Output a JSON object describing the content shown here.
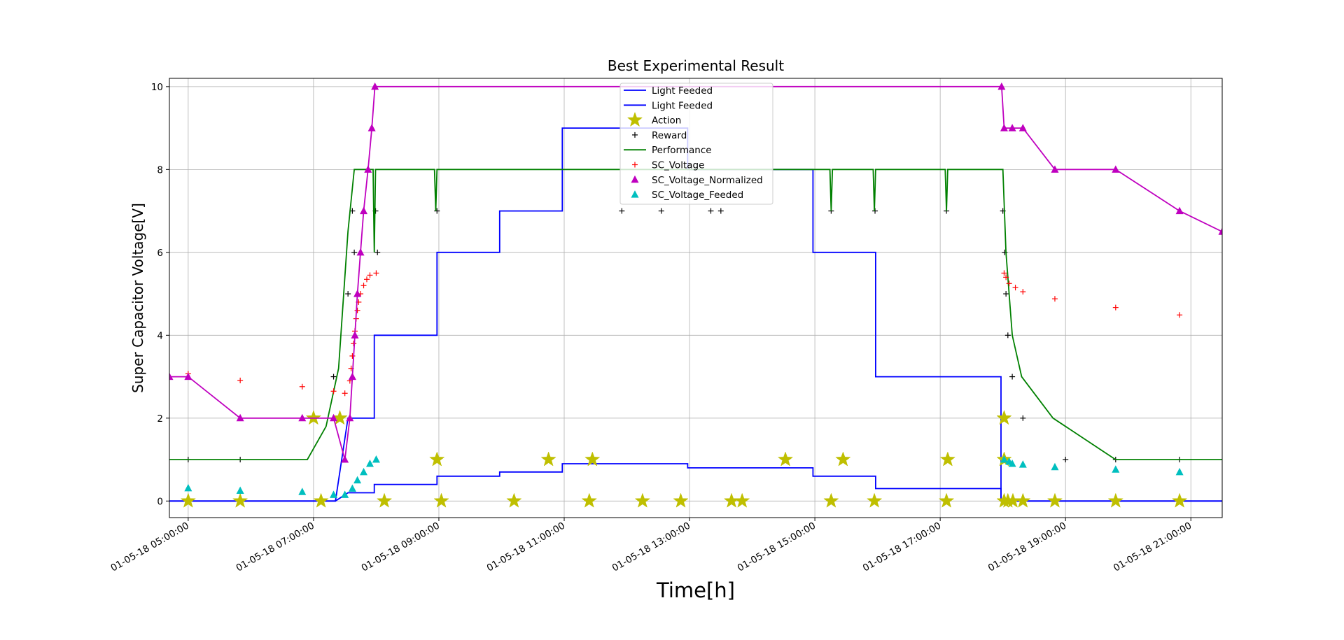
{
  "chart_data": {
    "type": "line",
    "title": "Best Experimental Result",
    "xlabel": "Time[h]",
    "ylabel": "Super Capacitor Voltage[V]",
    "xlim": [
      4.7,
      21.5
    ],
    "ylim": [
      -0.4,
      10.2
    ],
    "x_unit": "hour of day, 01-05-18",
    "x_tick_values": [
      5,
      7,
      9,
      11,
      13,
      15,
      17,
      19,
      21
    ],
    "x_tick_labels": [
      "01-05-18 05:00:00",
      "01-05-18 07:00:00",
      "01-05-18 09:00:00",
      "01-05-18 11:00:00",
      "01-05-18 13:00:00",
      "01-05-18 15:00:00",
      "01-05-18 17:00:00",
      "01-05-18 19:00:00",
      "01-05-18 21:00:00"
    ],
    "y_ticks": [
      0,
      2,
      4,
      6,
      8,
      10
    ],
    "grid": true,
    "legend_position": "upper center",
    "series": [
      {
        "name": "Light Feeded",
        "kind": "line",
        "color": "#0000ff",
        "points": [
          [
            4.7,
            0
          ],
          [
            7.35,
            0
          ],
          [
            7.55,
            2
          ],
          [
            7.97,
            2
          ],
          [
            7.97,
            4
          ],
          [
            8.97,
            4
          ],
          [
            8.97,
            6
          ],
          [
            9.97,
            6
          ],
          [
            9.97,
            7
          ],
          [
            10.97,
            7
          ],
          [
            10.97,
            9
          ],
          [
            12.97,
            9
          ],
          [
            12.97,
            8
          ],
          [
            14.97,
            8
          ],
          [
            14.97,
            6
          ],
          [
            15.97,
            6
          ],
          [
            15.97,
            3
          ],
          [
            17.97,
            3
          ],
          [
            17.97,
            0
          ],
          [
            21.5,
            0
          ]
        ]
      },
      {
        "name": "Light Feeded",
        "kind": "line",
        "color": "#0000ff",
        "points": [
          [
            4.7,
            0
          ],
          [
            7.35,
            0
          ],
          [
            7.55,
            0.2
          ],
          [
            7.97,
            0.2
          ],
          [
            7.97,
            0.4
          ],
          [
            8.97,
            0.4
          ],
          [
            8.97,
            0.6
          ],
          [
            9.97,
            0.6
          ],
          [
            9.97,
            0.7
          ],
          [
            10.97,
            0.7
          ],
          [
            10.97,
            0.9
          ],
          [
            12.97,
            0.9
          ],
          [
            12.97,
            0.8
          ],
          [
            14.97,
            0.8
          ],
          [
            14.97,
            0.6
          ],
          [
            15.97,
            0.6
          ],
          [
            15.97,
            0.3
          ],
          [
            17.97,
            0.3
          ],
          [
            17.97,
            0
          ],
          [
            21.5,
            0
          ]
        ]
      },
      {
        "name": "Action",
        "kind": "markers",
        "marker": "star",
        "color": "#bfbf00",
        "points": [
          [
            5.0,
            0
          ],
          [
            5.83,
            0
          ],
          [
            7.12,
            0
          ],
          [
            8.13,
            0
          ],
          [
            9.04,
            0
          ],
          [
            10.2,
            0
          ],
          [
            11.4,
            0
          ],
          [
            12.25,
            0
          ],
          [
            12.86,
            0
          ],
          [
            13.67,
            0
          ],
          [
            13.84,
            0
          ],
          [
            15.26,
            0
          ],
          [
            15.95,
            0
          ],
          [
            17.1,
            0
          ],
          [
            18.02,
            0
          ],
          [
            18.08,
            0
          ],
          [
            18.16,
            0
          ],
          [
            18.32,
            0
          ],
          [
            18.83,
            0
          ],
          [
            19.8,
            0
          ],
          [
            20.82,
            0
          ],
          [
            7.0,
            2
          ],
          [
            7.42,
            2
          ],
          [
            18.02,
            2
          ],
          [
            8.97,
            1
          ],
          [
            10.75,
            1
          ],
          [
            11.45,
            1
          ],
          [
            14.53,
            1
          ],
          [
            15.45,
            1
          ],
          [
            17.12,
            1
          ],
          [
            18.02,
            1
          ]
        ]
      },
      {
        "name": "Reward",
        "kind": "markers",
        "marker": "plus",
        "color": "#000000",
        "points": [
          [
            5.0,
            1
          ],
          [
            5.83,
            1
          ],
          [
            7.32,
            3
          ],
          [
            7.55,
            5
          ],
          [
            7.62,
            7
          ],
          [
            7.65,
            6
          ],
          [
            7.99,
            7
          ],
          [
            8.02,
            6
          ],
          [
            8.97,
            7
          ],
          [
            11.92,
            7
          ],
          [
            12.55,
            7
          ],
          [
            13.34,
            7
          ],
          [
            13.5,
            7
          ],
          [
            15.26,
            7
          ],
          [
            15.96,
            7
          ],
          [
            17.1,
            7
          ],
          [
            18.0,
            7
          ],
          [
            18.03,
            6
          ],
          [
            18.05,
            5
          ],
          [
            18.08,
            4
          ],
          [
            18.15,
            3
          ],
          [
            18.32,
            2
          ],
          [
            19.0,
            1
          ],
          [
            19.8,
            1
          ],
          [
            20.82,
            1
          ]
        ]
      },
      {
        "name": "Performance",
        "kind": "line",
        "color": "#008000",
        "points": [
          [
            4.7,
            1
          ],
          [
            6.9,
            1
          ],
          [
            7.2,
            1.8
          ],
          [
            7.4,
            3.2
          ],
          [
            7.55,
            6.5
          ],
          [
            7.65,
            8
          ],
          [
            7.95,
            8
          ],
          [
            7.97,
            6
          ],
          [
            7.99,
            8
          ],
          [
            8.93,
            8
          ],
          [
            8.95,
            7
          ],
          [
            8.97,
            8
          ],
          [
            15.24,
            8
          ],
          [
            15.26,
            7
          ],
          [
            15.28,
            8
          ],
          [
            15.93,
            8
          ],
          [
            15.95,
            7
          ],
          [
            15.97,
            8
          ],
          [
            17.08,
            8
          ],
          [
            17.1,
            7
          ],
          [
            17.12,
            8
          ],
          [
            18.0,
            8
          ],
          [
            18.05,
            6
          ],
          [
            18.15,
            4
          ],
          [
            18.3,
            3
          ],
          [
            18.8,
            2
          ],
          [
            19.8,
            1
          ],
          [
            21.5,
            1
          ]
        ]
      },
      {
        "name": "SC_Voltage",
        "kind": "markers",
        "marker": "plus",
        "color": "#ff0000",
        "points": [
          [
            5.0,
            3.07
          ],
          [
            5.83,
            2.91
          ],
          [
            6.82,
            2.76
          ],
          [
            7.32,
            2.65
          ],
          [
            7.5,
            2.6
          ],
          [
            7.58,
            2.9
          ],
          [
            7.6,
            3.2
          ],
          [
            7.62,
            3.5
          ],
          [
            7.64,
            3.8
          ],
          [
            7.66,
            4.1
          ],
          [
            7.68,
            4.4
          ],
          [
            7.7,
            4.6
          ],
          [
            7.72,
            4.8
          ],
          [
            7.75,
            5.0
          ],
          [
            7.8,
            5.2
          ],
          [
            7.85,
            5.35
          ],
          [
            7.9,
            5.45
          ],
          [
            8.0,
            5.5
          ],
          [
            18.02,
            5.5
          ],
          [
            18.05,
            5.4
          ],
          [
            18.1,
            5.25
          ],
          [
            18.2,
            5.15
          ],
          [
            18.32,
            5.05
          ],
          [
            18.83,
            4.88
          ],
          [
            19.8,
            4.67
          ],
          [
            20.82,
            4.49
          ]
        ]
      },
      {
        "name": "SC_Voltage_Normalized",
        "kind": "line_markers",
        "marker": "triangle",
        "color": "#bf00bf",
        "points": [
          [
            4.7,
            3
          ],
          [
            5.0,
            3
          ],
          [
            5.83,
            2
          ],
          [
            6.82,
            2
          ],
          [
            7.32,
            2
          ],
          [
            7.5,
            1
          ],
          [
            7.58,
            2
          ],
          [
            7.62,
            3
          ],
          [
            7.66,
            4
          ],
          [
            7.7,
            5
          ],
          [
            7.75,
            6
          ],
          [
            7.8,
            7
          ],
          [
            7.87,
            8
          ],
          [
            7.93,
            9
          ],
          [
            7.98,
            10
          ],
          [
            17.98,
            10
          ],
          [
            18.02,
            9
          ],
          [
            18.15,
            9
          ],
          [
            18.32,
            9
          ],
          [
            18.83,
            8
          ],
          [
            19.8,
            8
          ],
          [
            20.82,
            7
          ],
          [
            21.5,
            6.5
          ]
        ]
      },
      {
        "name": "SC_Voltage_Feeded",
        "kind": "markers",
        "marker": "triangle",
        "color": "#00bfbf",
        "points": [
          [
            5.0,
            0.31
          ],
          [
            5.83,
            0.25
          ],
          [
            6.82,
            0.22
          ],
          [
            7.32,
            0.15
          ],
          [
            7.5,
            0.15
          ],
          [
            7.62,
            0.3
          ],
          [
            7.7,
            0.5
          ],
          [
            7.8,
            0.7
          ],
          [
            7.9,
            0.9
          ],
          [
            8.0,
            1.0
          ],
          [
            18.02,
            1.0
          ],
          [
            18.1,
            0.95
          ],
          [
            18.15,
            0.9
          ],
          [
            18.32,
            0.88
          ],
          [
            18.83,
            0.82
          ],
          [
            19.8,
            0.76
          ],
          [
            20.82,
            0.7
          ]
        ]
      }
    ]
  }
}
